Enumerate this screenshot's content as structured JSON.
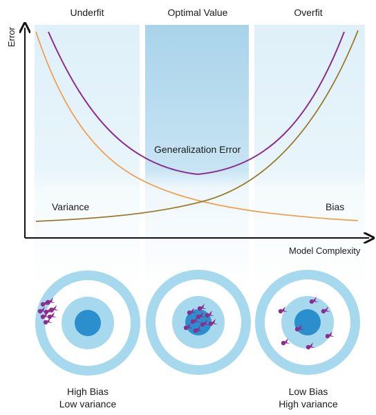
{
  "regions": {
    "left": "Underfit",
    "middle": "Optimal Value",
    "right": "Overfit"
  },
  "axes": {
    "y": "Error",
    "x": "Model Complexity"
  },
  "curves": {
    "generalization": "Generalization Error",
    "variance": "Variance",
    "bias": "Bias"
  },
  "targets": {
    "left_caption_line1": "High Bias",
    "left_caption_line2": "Low variance",
    "right_caption_line1": "Low Bias",
    "right_caption_line2": "High variance"
  },
  "colors": {
    "generalization": "#8e2c8e",
    "variance": "#f0a050",
    "bias": "#9a7a2a",
    "band_light": "#e6f4fb",
    "band_mid": "#b9ddf0",
    "ring": "#a6d8ee",
    "bullseye": "#2a8fcc",
    "dart": "#8e2c8e"
  }
}
